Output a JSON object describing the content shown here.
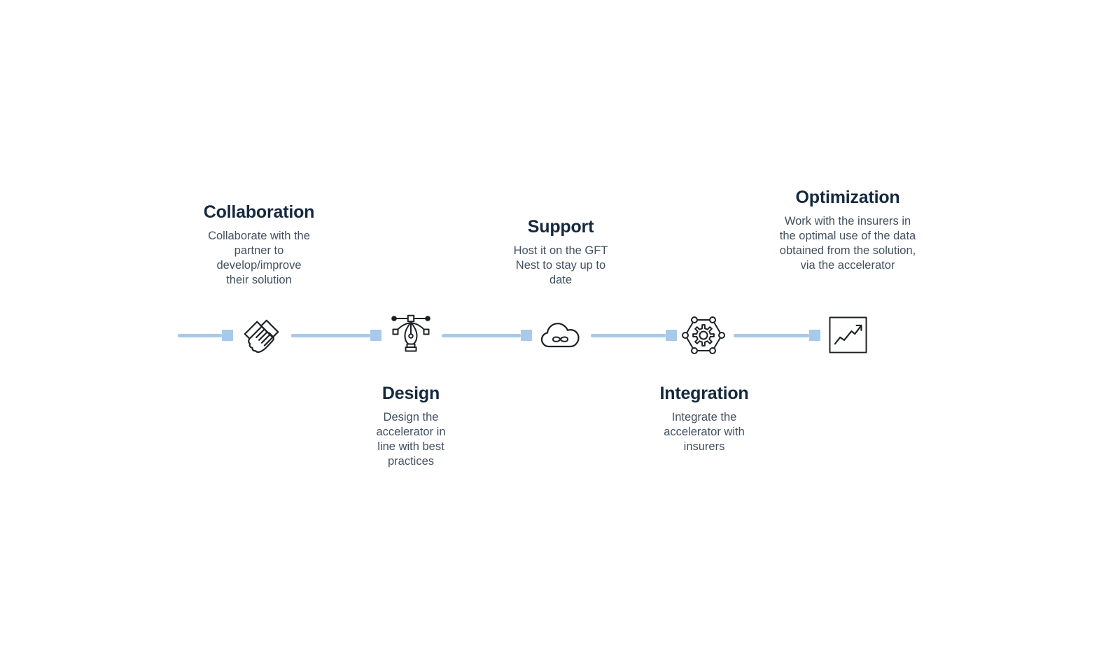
{
  "colors": {
    "background": "#ffffff",
    "title_text": "#15293e",
    "body_text": "#42505f",
    "connector": "#a8c9ea",
    "icon_stroke": "#1d2125"
  },
  "diagram": {
    "type": "horizontal-process-flow",
    "stages": [
      {
        "title": "Collaboration",
        "description": "Collaborate with the partner to develop/improve their solution",
        "icon": "handshake-icon",
        "label_position": "above"
      },
      {
        "title": "Design",
        "description": "Design the accelerator in line with best practices",
        "icon": "pen-tool-icon",
        "label_position": "below"
      },
      {
        "title": "Support",
        "description": "Host it on the GFT Nest to stay up to date",
        "icon": "cloud-sync-icon",
        "label_position": "above"
      },
      {
        "title": "Integration",
        "description": "Integrate the accelerator with insurers",
        "icon": "gear-network-icon",
        "label_position": "below"
      },
      {
        "title": "Optimization",
        "description": "Work with the insurers in the optimal use of the data obtained from the solution, via the accelerator",
        "icon": "growth-chart-icon",
        "label_position": "above"
      }
    ]
  }
}
